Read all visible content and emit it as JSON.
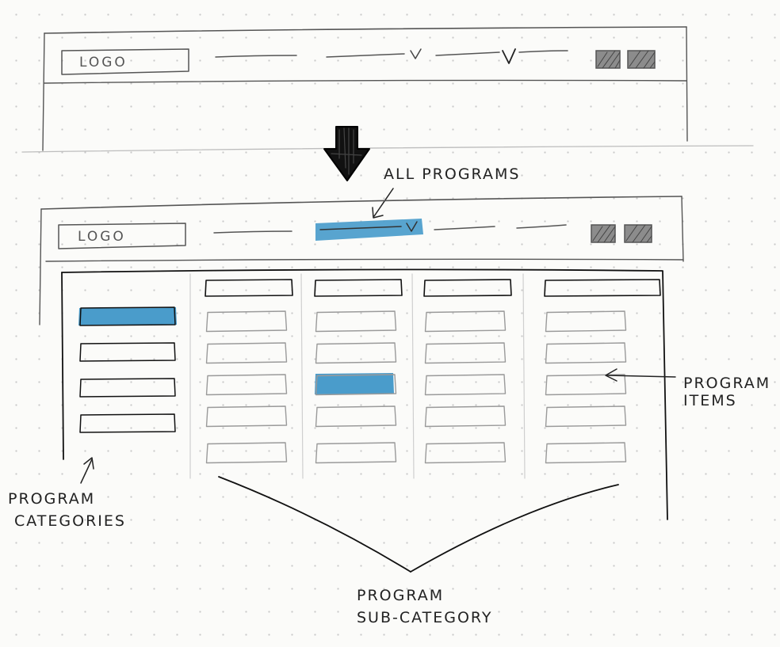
{
  "colors": {
    "ink": "#222222",
    "pencil": "#6a6a6a",
    "highlight": "#4a9ccb"
  },
  "top_wireframe": {
    "logo_text": "LOGO",
    "nav_items": [
      {
        "has_dropdown": false
      },
      {
        "has_dropdown": true
      },
      {
        "has_dropdown": true
      }
    ],
    "action_icons": [
      "square-icon",
      "square-icon"
    ]
  },
  "transition_arrow_icon": "down-arrow-icon",
  "bottom_wireframe": {
    "logo_text": "LOGO",
    "nav_items": [
      {
        "has_dropdown": false,
        "highlighted": false
      },
      {
        "has_dropdown": true,
        "highlighted": true
      },
      {
        "has_dropdown": false,
        "highlighted": false
      },
      {
        "has_dropdown": false,
        "highlighted": false
      }
    ],
    "action_icons": [
      "square-icon",
      "square-icon"
    ],
    "mega_menu": {
      "category_column": {
        "item_count": 4,
        "highlighted_index": 0
      },
      "subcategory_columns": [
        {
          "item_count": 5,
          "highlighted_index": null
        },
        {
          "item_count": 5,
          "highlighted_index": 2
        },
        {
          "item_count": 5,
          "highlighted_index": null
        },
        {
          "item_count": 5,
          "highlighted_index": null
        }
      ]
    }
  },
  "annotations": {
    "all_programs": "ALL PROGRAMS",
    "program_items_line1": "PROGRAM",
    "program_items_line2": "ITEMS",
    "program_categories_line1": "PROGRAM",
    "program_categories_line2": "CATEGORIES",
    "program_subcategory_line1": "PROGRAM",
    "program_subcategory_line2": "SUB-CATEGORY"
  }
}
